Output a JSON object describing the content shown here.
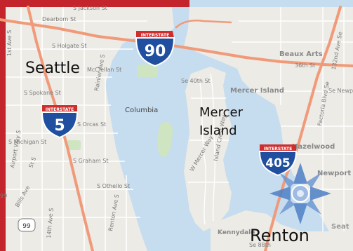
{
  "cities": {
    "seattle": "Seattle",
    "mercer_island_line1": "Mercer",
    "mercer_island_line2": "Island",
    "renton": "Renton",
    "newport": "Newport",
    "columbia": "Columbia",
    "beaux_arts": "Beaux Arts",
    "mercer_island_small": "Mercer Island",
    "kennydale": "Kennydale",
    "hazelwood": "Hazelwood"
  },
  "shields": {
    "i90": {
      "top": "INTERSTATE",
      "number": "90"
    },
    "i5": {
      "top": "INTERSTATE",
      "number": "5"
    },
    "i405": {
      "top": "INTERSTATE",
      "number": "405"
    },
    "sr99": "99"
  },
  "streets": {
    "jackson": "S Jackson St",
    "dearborn": "Dearborn St",
    "holgate": "S Holgate St",
    "spokane": "S Spokane St",
    "michigan": "S Michigan St",
    "orcas": "S Orcas St",
    "graham": "S Graham St",
    "othello": "S Othello St",
    "airport_way": "Airport Way S",
    "rainier": "Rainier Ave S",
    "mcclellan": "McClellan St",
    "se40th": "Se 40th St",
    "w_mercer_way": "W Mercer Way",
    "island_crest": "Island Crest Way",
    "factoria": "Factoria Blvd Se",
    "street_132nd": "132nd Ave Se",
    "se36th": "36th St",
    "se_newport": "Se Newport",
    "renton_ave": "Renton Ave S",
    "se88th": "Se 88th",
    "first_ave": "1st Ave S",
    "fourteenth": "14th Ave S",
    "bills": "Bills Ave",
    "seat": "Seat",
    "st_s": "St S",
    "rd_99": "99"
  },
  "map_colors": {
    "water": "#c6dcef",
    "land": "#ecebe6",
    "highway": "#f19a79",
    "park": "#cfe5c2",
    "shield_blue": "#1f4f9e",
    "shield_red": "#cf2e2e",
    "frame_red": "#c4242c"
  },
  "controls": {
    "pan_icon": "compass-pan-icon"
  }
}
